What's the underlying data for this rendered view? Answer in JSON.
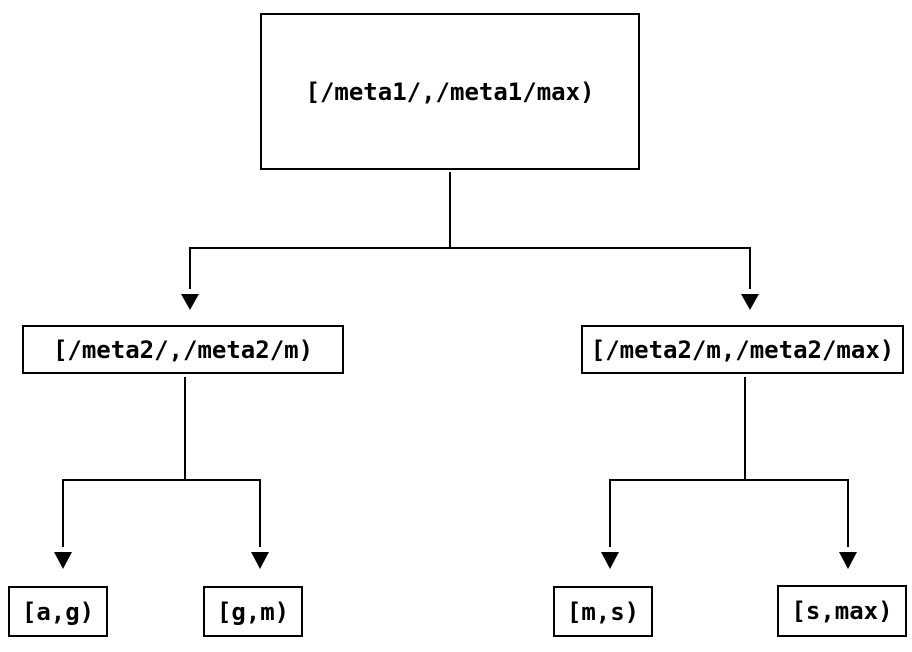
{
  "diagram": {
    "type": "tree",
    "background_color": "#ffffff",
    "line_color": "#000000",
    "node_border_color": "#000000",
    "nodes": {
      "root": {
        "label": "[/meta1/,/meta1/max)"
      },
      "meta2_low": {
        "label": "[/meta2/,/meta2/m)"
      },
      "meta2_high": {
        "label": "[/meta2/m,/meta2/max)"
      },
      "leaf_ag": {
        "label": "[a,g)"
      },
      "leaf_gm": {
        "label": "[g,m)"
      },
      "leaf_ms": {
        "label": "[m,s)"
      },
      "leaf_smax": {
        "label": "[s,max)"
      }
    },
    "edges": [
      {
        "from": "root",
        "to": "meta2_low"
      },
      {
        "from": "root",
        "to": "meta2_high"
      },
      {
        "from": "meta2_low",
        "to": "leaf_ag"
      },
      {
        "from": "meta2_low",
        "to": "leaf_gm"
      },
      {
        "from": "meta2_high",
        "to": "leaf_ms"
      },
      {
        "from": "meta2_high",
        "to": "leaf_smax"
      }
    ]
  }
}
